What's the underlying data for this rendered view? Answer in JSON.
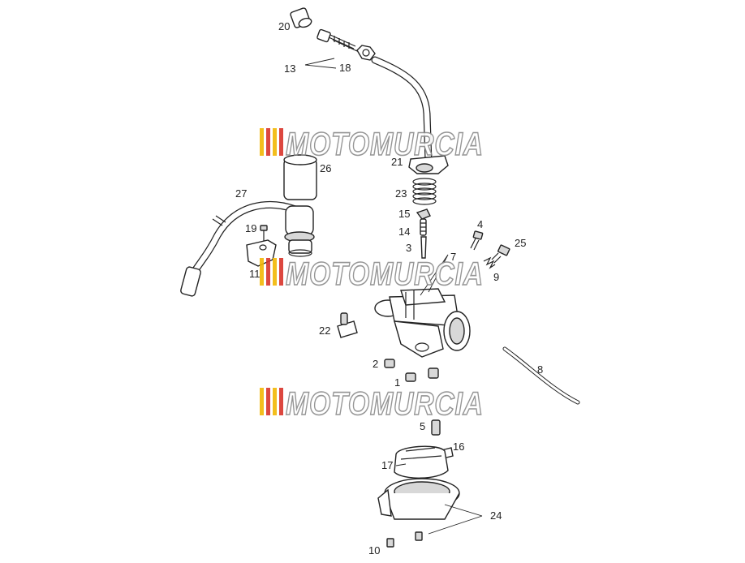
{
  "watermark": {
    "text": "MOTOMURCIA",
    "stripe_colors": [
      "#f2b705",
      "#d9342b",
      "#f2b705",
      "#d9342b"
    ],
    "copies": 3
  },
  "parts": [
    {
      "label": "1"
    },
    {
      "label": "2"
    },
    {
      "label": "3"
    },
    {
      "label": "4"
    },
    {
      "label": "5"
    },
    {
      "label": "7"
    },
    {
      "label": "8"
    },
    {
      "label": "9"
    },
    {
      "label": "10"
    },
    {
      "label": "11"
    },
    {
      "label": "13"
    },
    {
      "label": "14"
    },
    {
      "label": "15"
    },
    {
      "label": "16"
    },
    {
      "label": "17"
    },
    {
      "label": "18"
    },
    {
      "label": "19"
    },
    {
      "label": "20"
    },
    {
      "label": "21"
    },
    {
      "label": "22"
    },
    {
      "label": "23"
    },
    {
      "label": "24"
    },
    {
      "label": "25"
    },
    {
      "label": "26"
    },
    {
      "label": "27"
    }
  ]
}
